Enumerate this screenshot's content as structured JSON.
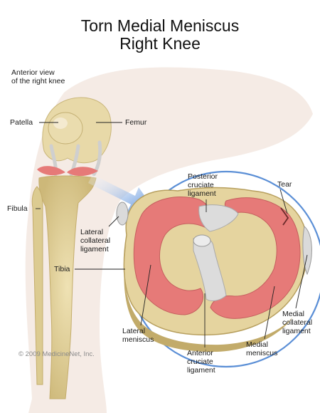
{
  "title": {
    "line1": "Torn Medial Meniscus",
    "line2": "Right Knee"
  },
  "view_caption": {
    "line1": "Anterior view",
    "line2": "of the right knee"
  },
  "labels": {
    "patella": "Patella",
    "femur": "Femur",
    "fibula": "Fibula",
    "tibia": "Tibia",
    "lateral_collateral_ligament": [
      "Lateral",
      "collateral",
      "ligament"
    ],
    "posterior_cruciate_ligament": [
      "Posterior",
      "cruciate",
      "ligament"
    ],
    "tear": "Tear",
    "medial_collateral_ligament": [
      "Medial",
      "collateral",
      "ligament"
    ],
    "lateral_meniscus": [
      "Lateral",
      "meniscus"
    ],
    "anterior_cruciate_ligament": [
      "Anterior",
      "cruciate",
      "ligament"
    ],
    "medial_meniscus": [
      "Medial",
      "meniscus"
    ]
  },
  "copyright": "© 2009 MedicineNet, Inc.",
  "colors": {
    "bone": "#e8d9a8",
    "bone_shade": "#c9b67a",
    "meniscus": "#e67a78",
    "ligament": "#dcdcdc",
    "circle_outline": "#5b8fd6",
    "arrow": "#4b86d8",
    "leg_skin": "#f1e4dc"
  }
}
